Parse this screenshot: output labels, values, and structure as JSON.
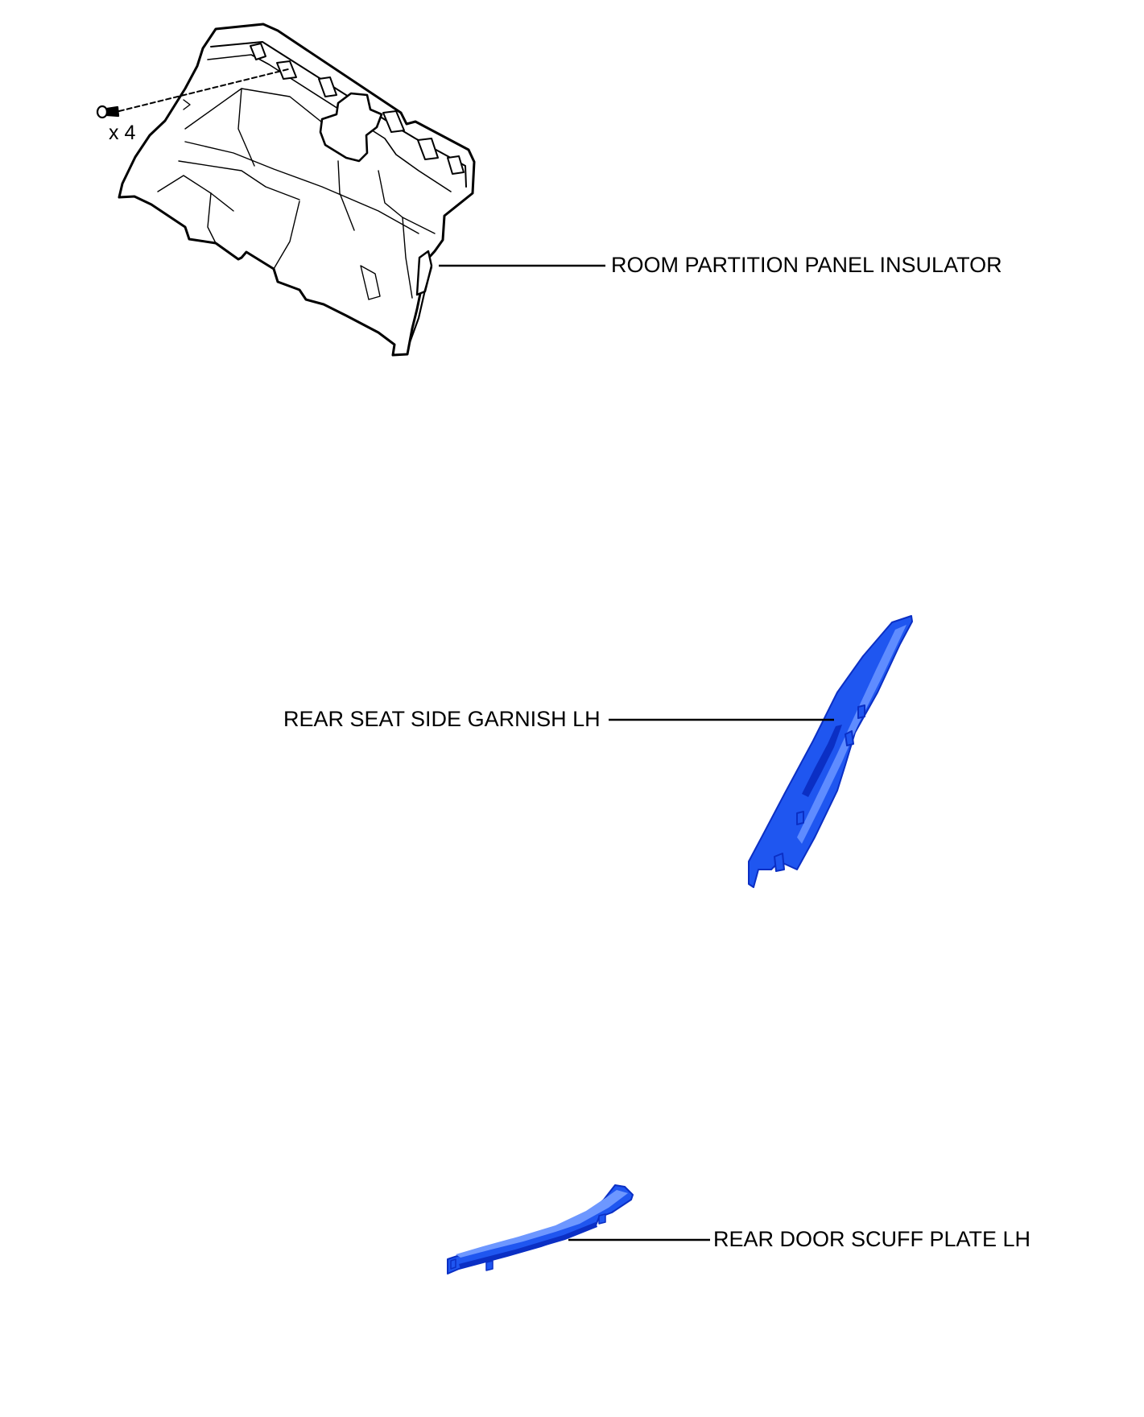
{
  "parts": {
    "insulator": {
      "label": "ROOM PARTITION PANEL INSULATOR",
      "fastener_quantity": "x 4",
      "fill": "#ffffff",
      "stroke": "#000000"
    },
    "garnish": {
      "label": "REAR SEAT SIDE GARNISH LH",
      "fill": "#1f56f0",
      "highlight": "#5f8cff",
      "shadow": "#0b2fc4"
    },
    "scuff_plate": {
      "label": "REAR DOOR SCUFF PLATE LH",
      "fill": "#1f56f0",
      "highlight": "#6d97ff",
      "shadow": "#0b2fc4"
    }
  }
}
